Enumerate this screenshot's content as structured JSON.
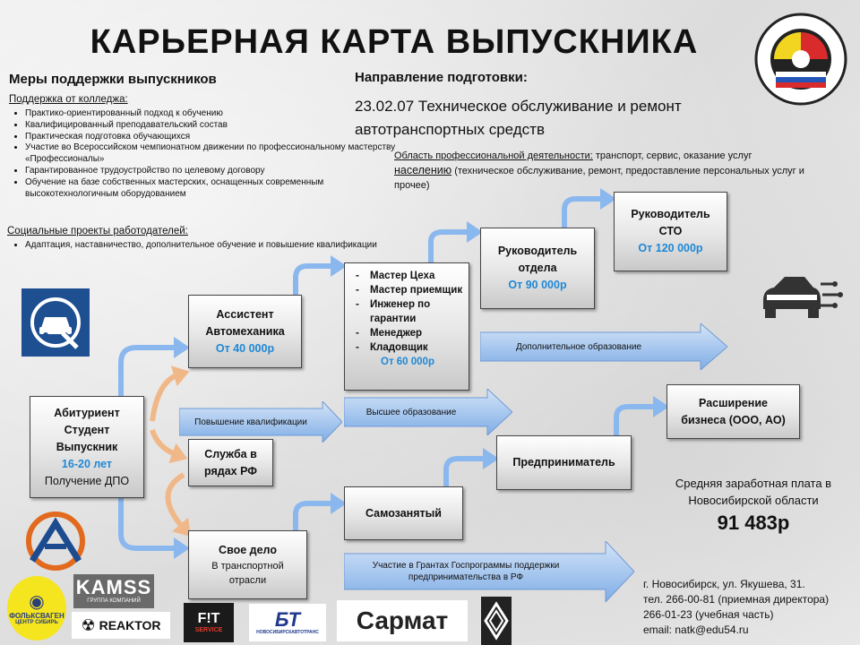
{
  "title": "КАРЬЕРНАЯ КАРТА ВЫПУСКНИКА",
  "support": {
    "heading": "Меры поддержки выпускников",
    "college": {
      "heading": "Поддержка от колледжа:",
      "items": [
        "Практико-ориентированный подход к обучению",
        "Квалифицированный преподавательский состав",
        "Практическая подготовка обучающихся",
        "Участие во Всероссийском чемпионатном движении по профессиональному мастерству «Профессионалы»",
        "Гарантированное трудоустройство по целевому договору",
        "Обучение на базе собственных мастерских, оснащенных современным высокотехнологичным оборудованием"
      ]
    },
    "employers": {
      "heading": "Социальные проекты работодателей:",
      "items": [
        "Адаптация, наставничество, дополнительное обучение и повышение квалификации"
      ]
    }
  },
  "direction": {
    "heading": "Направление подготовки:",
    "text": "23.02.07 Техническое обслуживание и ремонт автотранспортных средств",
    "field_label": "Область профессиональной деятельности:",
    "field_text_1": " транспорт, сервис, оказание услуг",
    "field_text_2": "населению",
    "field_text_3": " (техническое обслуживание, ремонт, предоставление персональных услуг и прочее)"
  },
  "boxes": {
    "student": {
      "line1": "Абитуриент",
      "line2": "Студент",
      "line3": "Выпускник",
      "age": "16-20 лет",
      "note": "Получение ДПО"
    },
    "assistant": {
      "line1": "Ассистент",
      "line2": "Автомеханика",
      "salary": "От 40 000р"
    },
    "master": {
      "items": [
        "Мастер Цеха",
        "Мастер приемщик",
        "Инженер по гарантии",
        "Менеджер",
        "Кладовщик"
      ],
      "salary": "От 60 000р"
    },
    "dept": {
      "line1": "Руководитель",
      "line2": "отдела",
      "salary": "От 90 000р"
    },
    "cto": {
      "line1": "Руководитель",
      "line2": "СТО",
      "salary": "От 120 000р"
    },
    "army": {
      "line1": "Служба в",
      "line2": "рядах РФ"
    },
    "own": {
      "line1": "Свое дело",
      "line2": "В транспортной",
      "line3": "отрасли"
    },
    "self": {
      "label": "Самозанятый"
    },
    "entrepreneur": {
      "label": "Предприниматель"
    },
    "business": {
      "line1": "Расширение",
      "line2": "бизнеса (ООО, АО)"
    }
  },
  "banners": {
    "qualification": "Повышение квалификации",
    "higher": "Высшее образование",
    "additional": "Дополнительное образование",
    "grants": "Участие в Грантах Госпрограммы поддержки предпринимательства в РФ"
  },
  "stats": {
    "avg_label": "Средняя заработная плата в Новосибирской области",
    "avg_value": "91 483р"
  },
  "contacts": {
    "address": "г. Новосибирск, ул. Якушева, 31.",
    "phone1": "тел. 266-00-81 (приемная директора)",
    "phone2": "266-01-23 (учебная часть)",
    "email": "email: natk@edu54.ru"
  },
  "logos": {
    "vw": "ФОЛЬКСВАГЕН",
    "vw_sub": "ЦЕНТР СИБИРЬ",
    "kamss": "KAMSS",
    "kamss_sub": "ГРУППА КОМПАНИЙ",
    "reaktor": "REAKTOR",
    "fit": "F!T",
    "fit_sub": "SERVICE",
    "bt": "БТ",
    "bt_sub": "НОВОСИБИРСКАВТОТРАНС",
    "sarmat": "Сармат"
  },
  "colors": {
    "salary": "#1e88d6",
    "arrow_blue": "#8ab8ee",
    "arrow_orange": "#f0b888"
  }
}
